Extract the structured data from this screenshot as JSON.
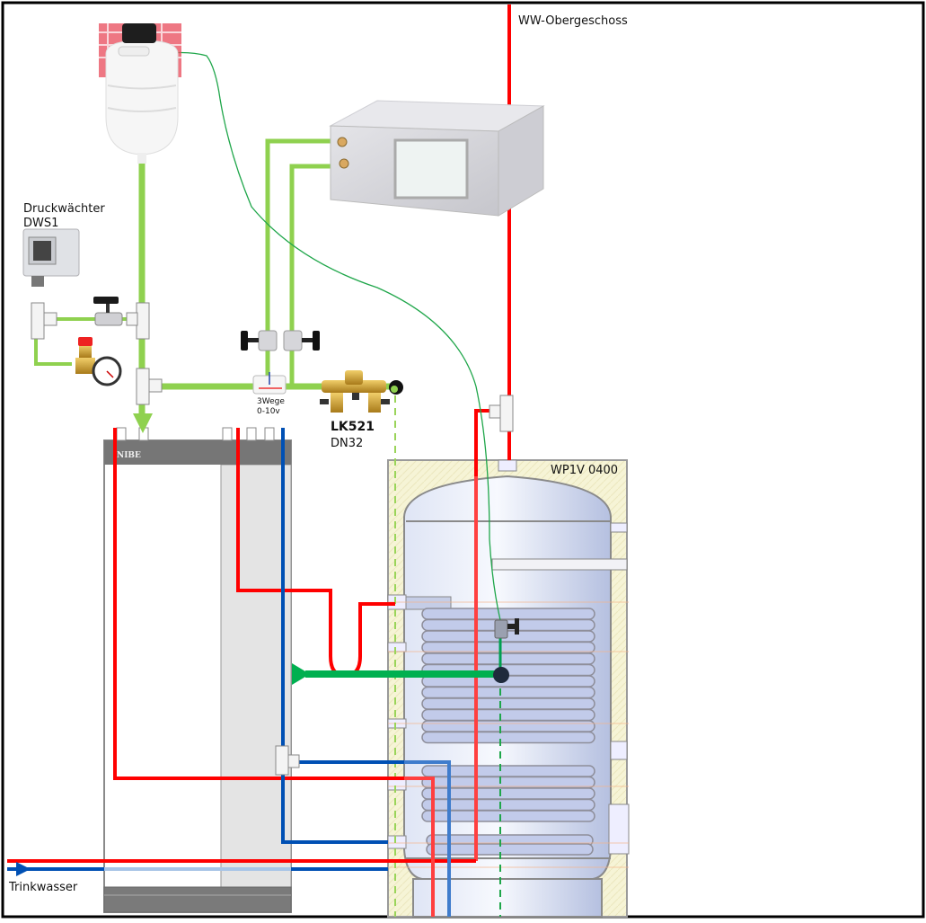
{
  "diagram": {
    "title": "Heizungs- und Trinkwasser-Schema",
    "labels": {
      "hot_water_upper_floor": "WW-Obergeschoss",
      "pressure_switch_line1": "Druckwächter",
      "pressure_switch_line2": "DWS1",
      "three_way_valve_line1": "3Wege",
      "three_way_valve_line2": "0-10v",
      "valve_group_model": "LK521",
      "valve_group_size": "DN32",
      "storage_tank_model": "WP1V 0400",
      "drinking_water": "Trinkwasser",
      "heat_pump_brand": "NIBE"
    },
    "components": [
      {
        "id": "expansion-tank",
        "name": "Ausgleichsbehälter"
      },
      {
        "id": "pressure-switch",
        "name": "Druckwächter DWS1"
      },
      {
        "id": "pressure-gauge",
        "name": "Manometer mit Sicherheitsventil"
      },
      {
        "id": "ball-valve",
        "name": "Kugelhahn"
      },
      {
        "id": "air-handler",
        "name": "Lüftungsgerät"
      },
      {
        "id": "three-way-valve",
        "name": "3Wege 0-10v"
      },
      {
        "id": "valve-group",
        "name": "LK521 DN32"
      },
      {
        "id": "heat-pump",
        "name": "NIBE"
      },
      {
        "id": "storage-tank",
        "name": "WP1V 0400"
      }
    ],
    "colors": {
      "hot": "#ff0000",
      "cold": "#0050b4",
      "glycol": "#8fd14f",
      "heat_exchange": "#00b050",
      "sensor": "#1fa64a",
      "frame": "#000000"
    }
  }
}
